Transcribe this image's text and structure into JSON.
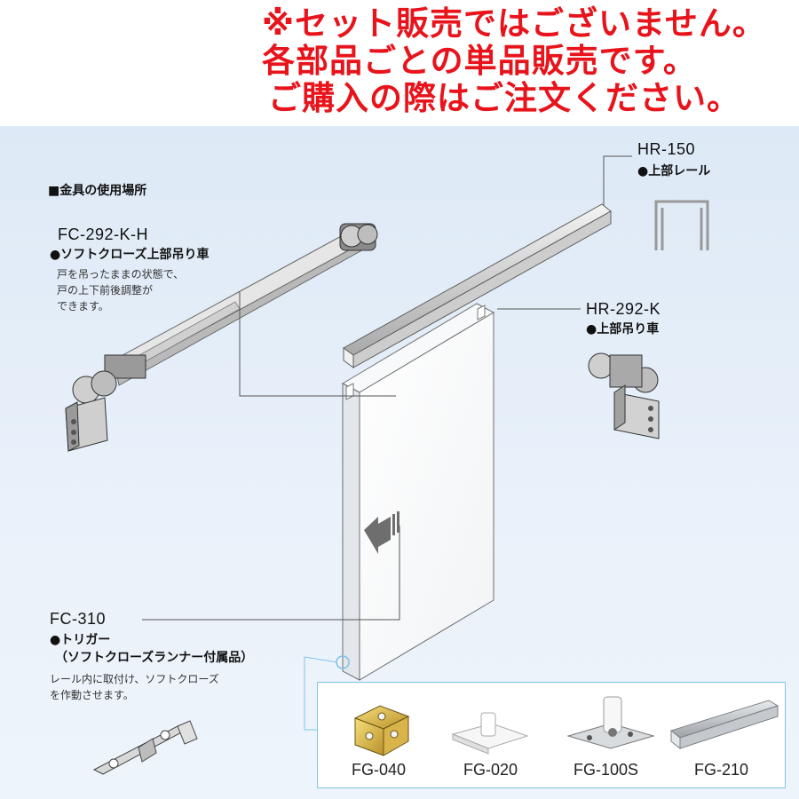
{
  "notice": {
    "lines": [
      "※セット販売ではございません。",
      "各部品ごとの単品販売です。",
      "ご購入の際はご注文ください。"
    ],
    "color": "#e8141c"
  },
  "diagram": {
    "section_title": "■金具の使用場所",
    "callouts": {
      "fc292kh": {
        "code": "FC-292-K-H",
        "name": "●ソフトクローズ上部吊り車",
        "desc": [
          "戸を吊ったままの状態で、",
          "戸の上下前後調整が",
          "できます。"
        ]
      },
      "hr150": {
        "code": "HR-150",
        "name": "●上部レール"
      },
      "hr292k": {
        "code": "HR-292-K",
        "name": "●上部吊り車"
      },
      "fc310": {
        "code": "FC-310",
        "name": "●トリガー",
        "sub": "（ソフトクローズランナー付属品）",
        "desc": [
          "レール内に取付け、ソフトクローズ",
          "を作動させます。"
        ]
      }
    },
    "parts": [
      {
        "code": "FG-040",
        "icon": "l-bracket-icon"
      },
      {
        "code": "FG-020",
        "icon": "floor-guide-icon"
      },
      {
        "code": "FG-100S",
        "icon": "guide-plate-icon"
      },
      {
        "code": "FG-210",
        "icon": "floor-rail-icon"
      }
    ],
    "colors": {
      "leader": "#555555",
      "accent_box": "#7fc4e6",
      "panel_bg": "#e3edf8"
    }
  }
}
